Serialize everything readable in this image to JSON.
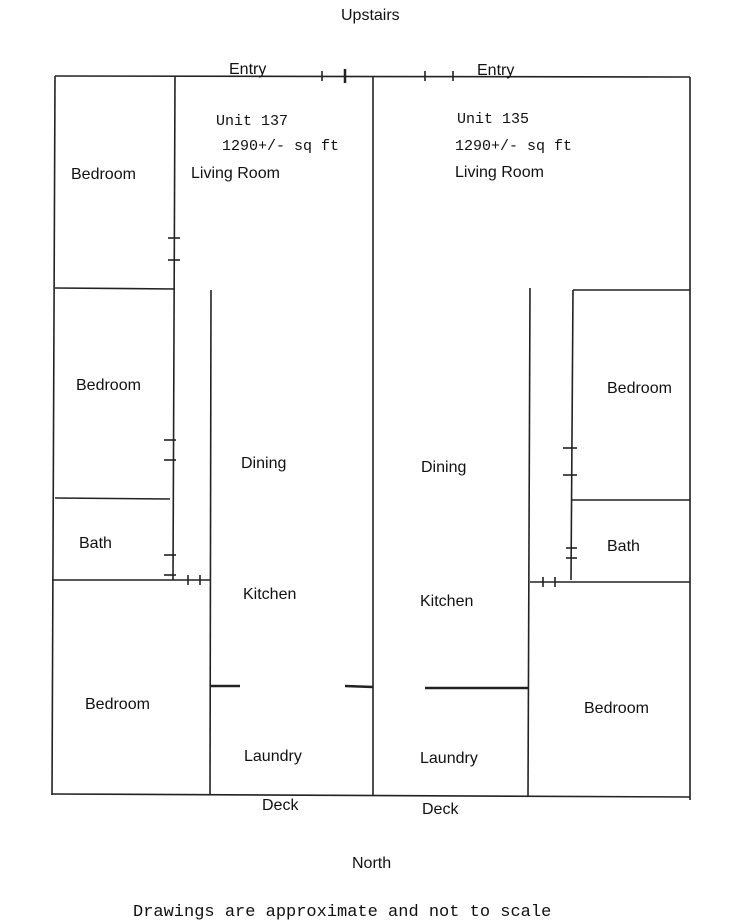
{
  "header": {
    "upstairs": "Upstairs"
  },
  "units": [
    {
      "entry": "Entry",
      "unit": "Unit 137",
      "area": "1290+/- sq ft",
      "rooms": {
        "living": "Living Room",
        "bedroom1": "Bedroom",
        "bedroom2": "Bedroom",
        "bath": "Bath",
        "dining": "Dining",
        "kitchen": "Kitchen",
        "bedroom3": "Bedroom",
        "laundry": "Laundry"
      },
      "deck": "Deck"
    },
    {
      "entry": "Entry",
      "unit": "Unit 135",
      "area": "1290+/- sq ft",
      "rooms": {
        "living": "Living Room",
        "bedroom1": "Bedroom",
        "bath": "Bath",
        "dining": "Dining",
        "kitchen": "Kitchen",
        "bedroom2": "Bedroom",
        "laundry": "Laundry"
      },
      "deck": "Deck"
    }
  ],
  "footer": {
    "north": "North",
    "disclaimer": "Drawings are approximate and not to scale"
  }
}
